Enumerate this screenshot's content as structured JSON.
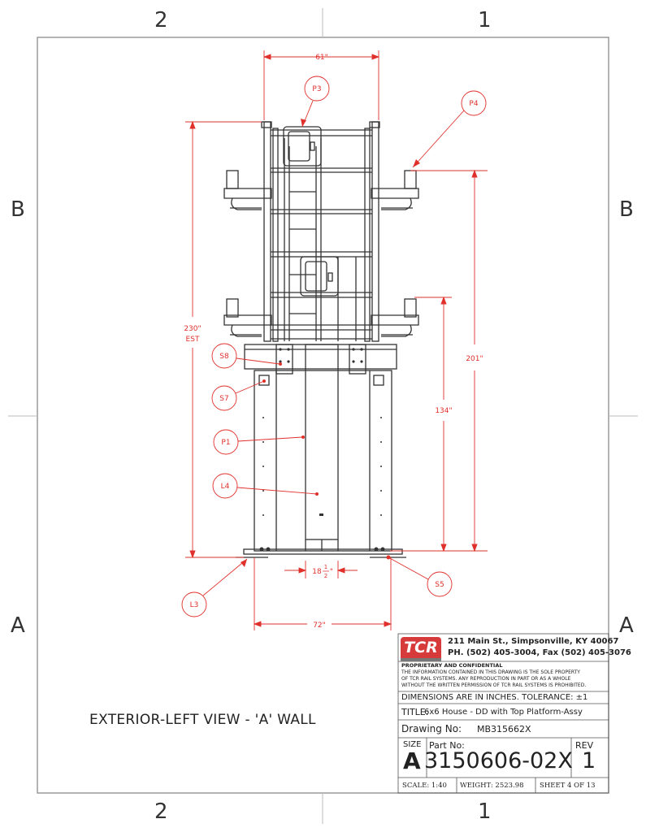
{
  "zones": {
    "top_left": "2",
    "top_right": "1",
    "bottom_left": "2",
    "bottom_right": "1",
    "row_b_left": "B",
    "row_b_right": "B",
    "row_a_left": "A",
    "row_a_right": "A"
  },
  "dimensions": {
    "top_width": "61\"",
    "overall_height": "230\"",
    "overall_height_note": "EST",
    "right_height": "201\"",
    "mid_height": "134\"",
    "door_width": "18",
    "door_width_frac_num": "1",
    "door_width_frac_den": "2",
    "door_width_unit": "\"",
    "base_width": "72\""
  },
  "callouts": [
    "P3",
    "P4",
    "S8",
    "S7",
    "P1",
    "L4",
    "L3",
    "S5"
  ],
  "view_title": "EXTERIOR-LEFT VIEW - 'A' WALL",
  "title_block": {
    "logo": "TCR",
    "address": "211 Main St., Simpsonville, KY 40067",
    "phone": "PH. (502) 405-3004, Fax (502) 405-3076",
    "proprietary_heading": "PROPRIETARY AND CONFIDENTIAL",
    "proprietary_line1": "THE INFORMATION CONTAINED IN THIS DRAWING IS THE SOLE PROPERTY",
    "proprietary_line2": "OF TCR RAIL SYSTEMS.  ANY REPRODUCTION IN PART OR AS A WHOLE",
    "proprietary_line3": "WITHOUT THE WRITTEN PERMISSION OF TCR RAIL SYSTEMS IS PROHIBITED.",
    "dimensions_note": "DIMENSIONS ARE IN INCHES. TOLERANCE: ±1",
    "title_label": "TITLE:",
    "title_value": "6x6 House - DD with Top Platform-Assy",
    "drawing_no_label": "Drawing No:",
    "drawing_no_value": "MB315662X",
    "size_label": "SIZE",
    "size_value": "A",
    "part_no_label": "Part No:",
    "part_no_value": "3150606-02X",
    "rev_label": "REV",
    "rev_value": "1",
    "scale": "SCALE: 1:40",
    "weight": "WEIGHT: 2523.98",
    "sheet": "SHEET 4 OF 13"
  },
  "colors": {
    "annotation": "#e0302c",
    "linework": "#333333",
    "border": "#9a9a9a"
  }
}
